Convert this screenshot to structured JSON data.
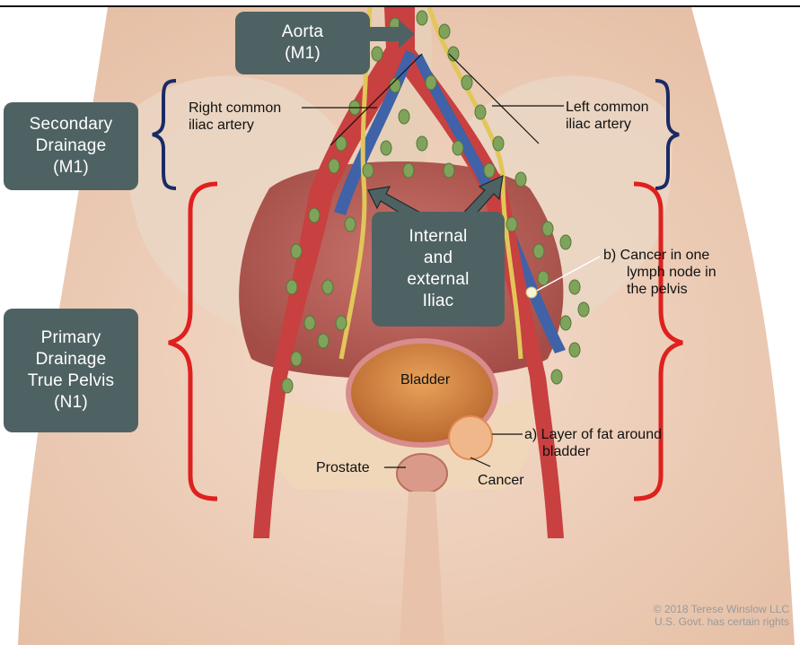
{
  "boxes": {
    "aorta": [
      "Aorta",
      "(M1)"
    ],
    "secondary": [
      "Secondary",
      "Drainage",
      "(M1)"
    ],
    "iliac": [
      "Internal",
      "and",
      "external",
      "Iliac"
    ],
    "primary": [
      "Primary",
      "Drainage",
      "True Pelvis",
      "(N1)"
    ]
  },
  "labels": {
    "right_common": [
      "Right common",
      "iliac artery"
    ],
    "left_common": [
      "Left common",
      "iliac artery"
    ],
    "cancer_node": [
      "b) Cancer in one",
      "lymph node in",
      "the pelvis"
    ],
    "bladder": "Bladder",
    "fat_layer": [
      "a) Layer of fat around",
      "bladder"
    ],
    "prostate": "Prostate",
    "cancer": "Cancer"
  },
  "copyright": [
    "© 2018 Terese Winslow LLC",
    "U.S. Govt. has certain rights"
  ],
  "colors": {
    "box": "#4f6263",
    "primary_brace": "#e0201f",
    "secondary_brace": "#1a2a66",
    "artery": "#c8403f",
    "vein": "#3f62a8",
    "node": "#7fa35a",
    "skin": "#efd2bd"
  }
}
